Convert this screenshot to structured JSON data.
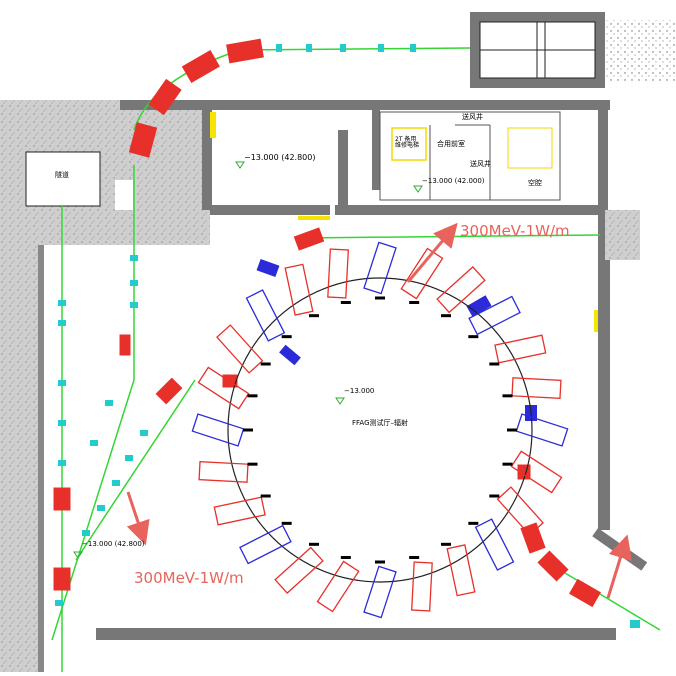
{
  "labels": {
    "level_top": "−13.000 (42.800)",
    "level_right_room": "−13.000 (42.000)",
    "level_bottom_left": "−13.000 (42.800)",
    "level_center": "−13.000",
    "room_tunnel": "隧道",
    "room_fan_top": "送风井",
    "room_2t": "2T 备用\n维修电梯",
    "room_fan_mid": "合用前室",
    "room_fan_right": "送风井",
    "room_empty": "空腔",
    "hall": "FFAG测试厅–辐射",
    "radiation_right": "300MeV-1W/m",
    "radiation_left": "300MeV-1W/m"
  },
  "colors": {
    "wall": "#777777",
    "magnet_red": "#e8302a",
    "magnet_blue": "#2b2bd9",
    "beamline": "#33d633",
    "quad_cyan": "#22cccc",
    "arrow": "#e8635c",
    "yellow": "#f5e400"
  }
}
